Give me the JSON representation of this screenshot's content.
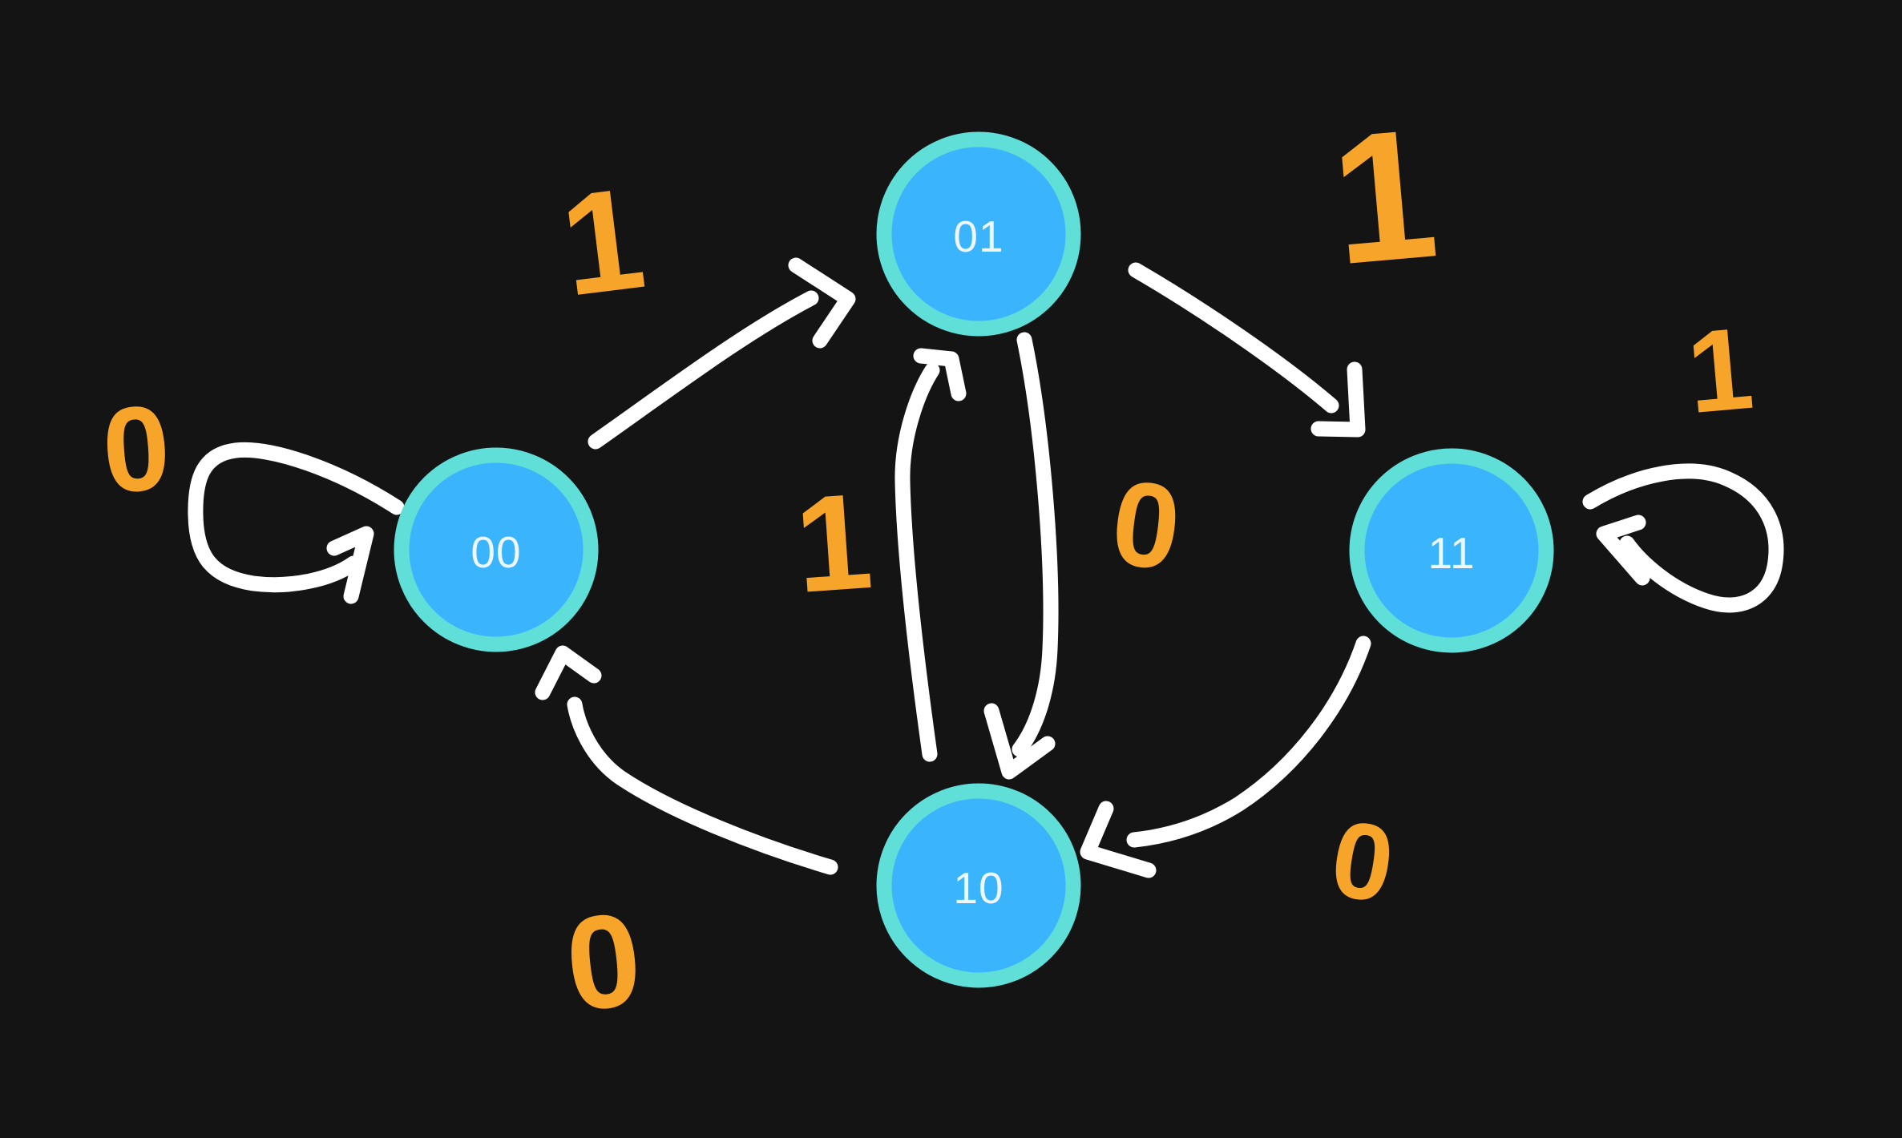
{
  "diagram": {
    "kind": "hand-drawn state machine",
    "states": [
      {
        "id": "00",
        "label": "00"
      },
      {
        "id": "01",
        "label": "01"
      },
      {
        "id": "10",
        "label": "10"
      },
      {
        "id": "11",
        "label": "11"
      }
    ],
    "transitions": [
      {
        "from": "00",
        "to": "00",
        "label": "0"
      },
      {
        "from": "00",
        "to": "01",
        "label": "1"
      },
      {
        "from": "01",
        "to": "11",
        "label": "1"
      },
      {
        "from": "11",
        "to": "11",
        "label": "1"
      },
      {
        "from": "01",
        "to": "10",
        "label": "0"
      },
      {
        "from": "10",
        "to": "01",
        "label": "1"
      },
      {
        "from": "11",
        "to": "10",
        "label": "0"
      },
      {
        "from": "10",
        "to": "00",
        "label": "0"
      }
    ]
  },
  "theme": {
    "background": "#141414",
    "node_fill": "#3ab4fc",
    "node_ring": "#60ded8",
    "node_label_color": "#eef7fd",
    "arrow_color": "#ffffff",
    "edge_label_color": "#f6a42a"
  }
}
